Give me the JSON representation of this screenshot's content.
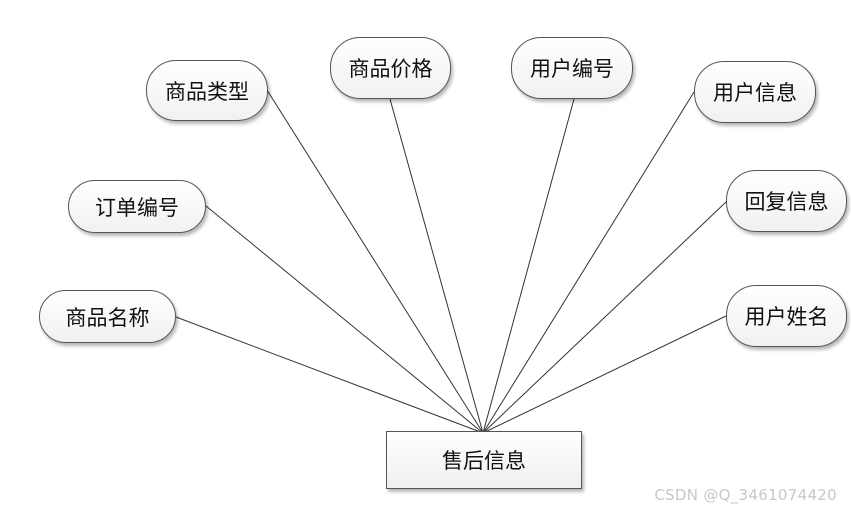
{
  "diagram": {
    "entity": {
      "label": "售后信息"
    },
    "attributes": [
      {
        "id": "product-name",
        "label": "商品名称"
      },
      {
        "id": "order-no",
        "label": "订单编号"
      },
      {
        "id": "product-type",
        "label": "商品类型"
      },
      {
        "id": "product-price",
        "label": "商品价格"
      },
      {
        "id": "user-no",
        "label": "用户编号"
      },
      {
        "id": "user-info",
        "label": "用户信息"
      },
      {
        "id": "reply-info",
        "label": "回复信息"
      },
      {
        "id": "user-name",
        "label": "用户姓名"
      }
    ]
  },
  "watermark": "CSDN @Q_3461074420"
}
